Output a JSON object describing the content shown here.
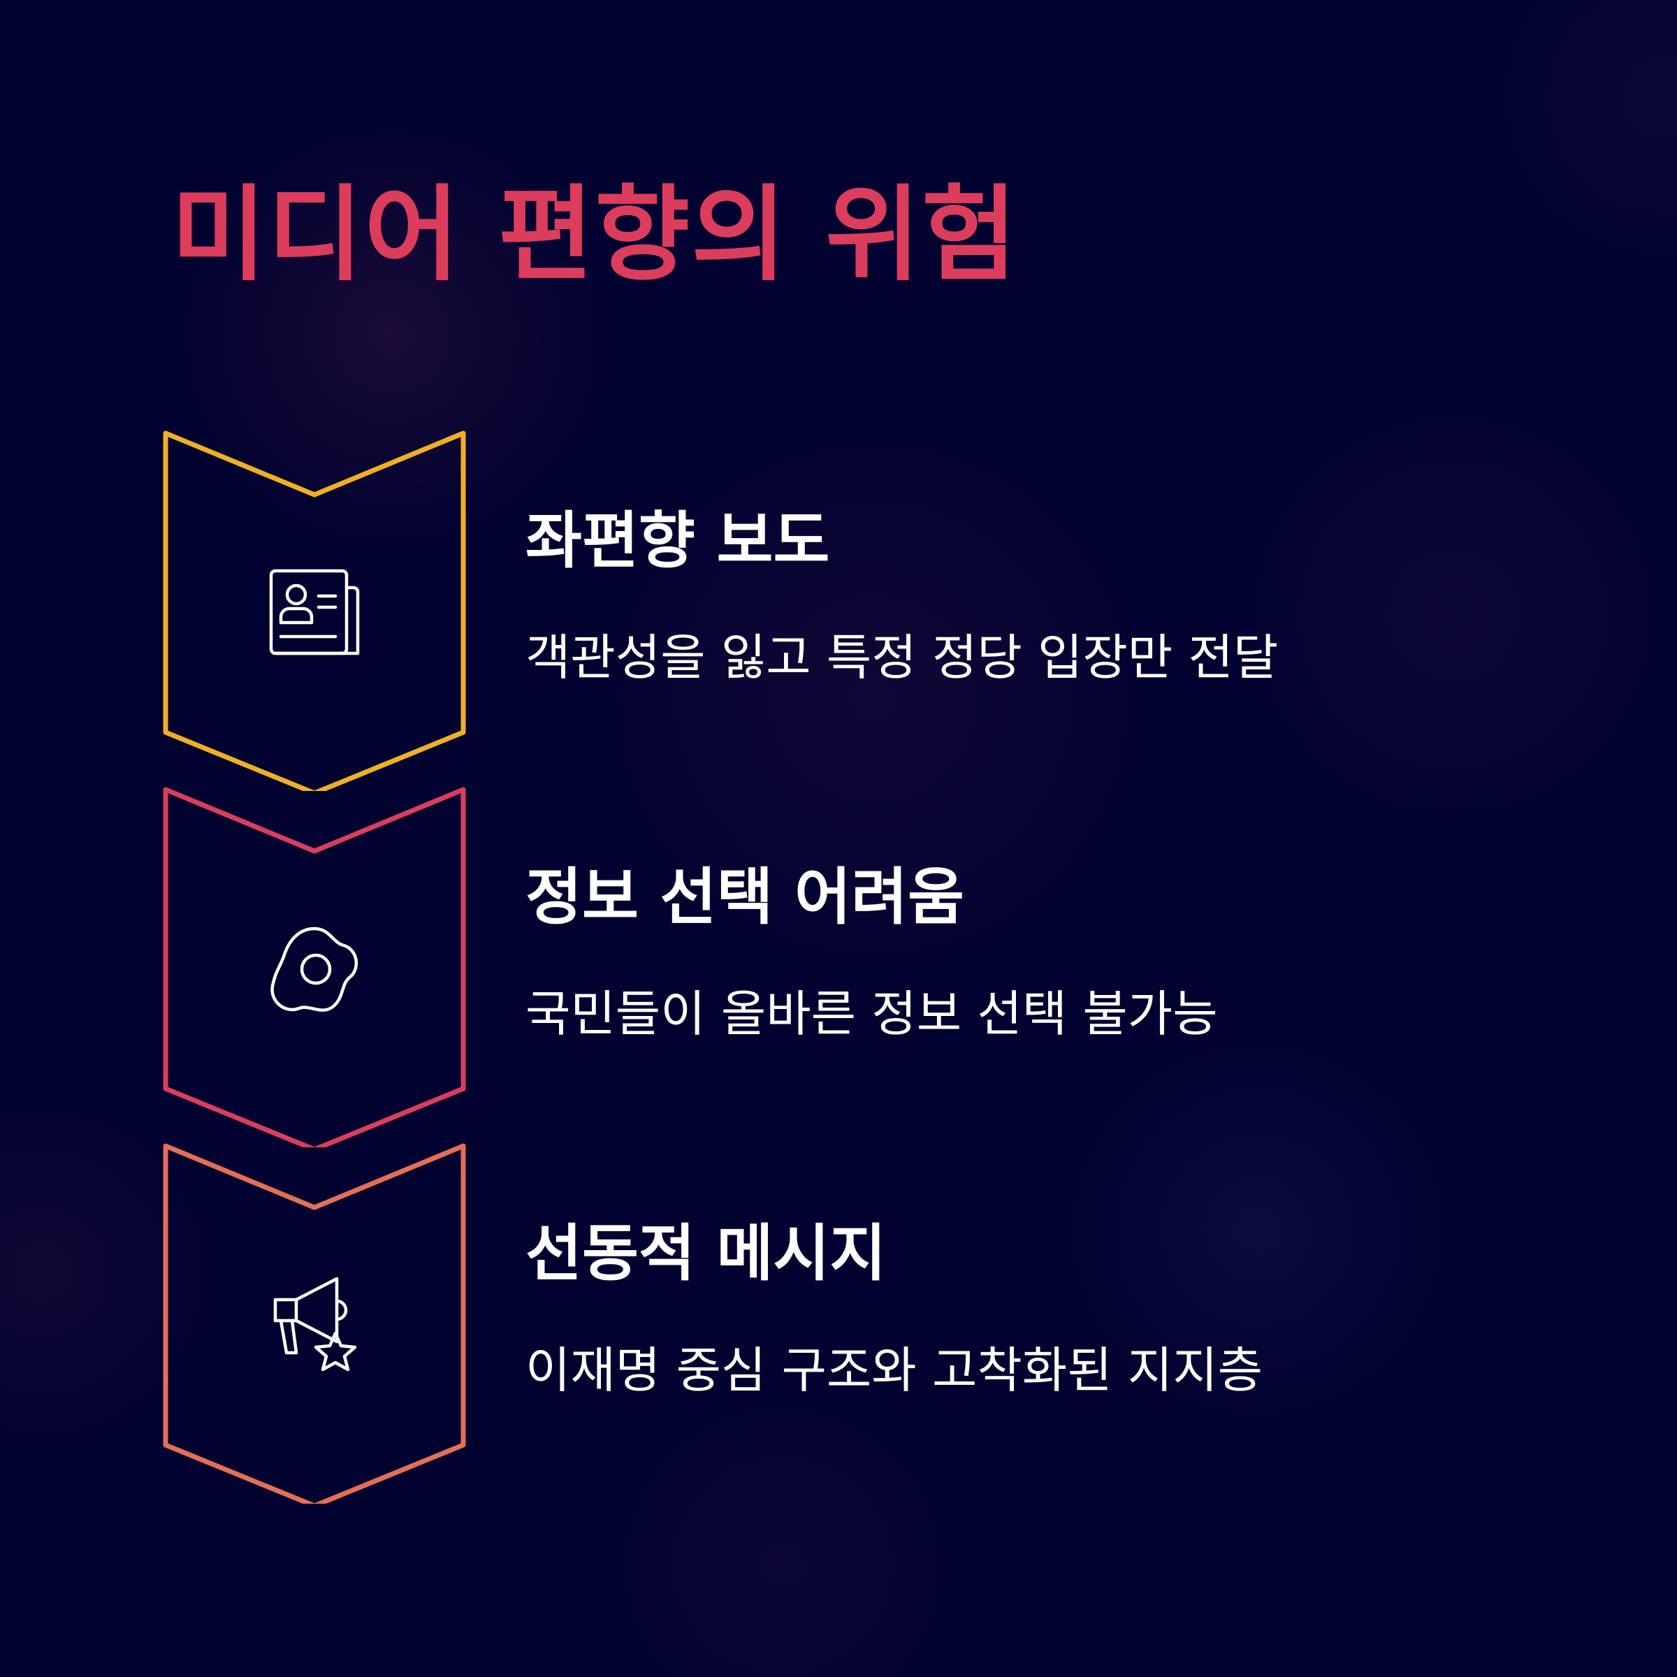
{
  "title": "미디어 편향의 위험",
  "colors": {
    "background": "#020230",
    "title": "#dc3d5c",
    "text": "#ffffff"
  },
  "steps": [
    {
      "heading": "좌편향 보도",
      "description": "객관성을 잃고 특정 정당 입장만 전달",
      "icon": "newspaper-icon",
      "color": "#f0b023"
    },
    {
      "heading": "정보 선택 어려움",
      "description": "국민들이 올바른 정보 선택 불가능",
      "icon": "fried-egg-icon",
      "color": "#dc3d5c"
    },
    {
      "heading": "선동적 메시지",
      "description": "이재명 중심 구조와 고착화된 지지층",
      "icon": "megaphone-star-icon",
      "color": "#e46e57"
    }
  ]
}
